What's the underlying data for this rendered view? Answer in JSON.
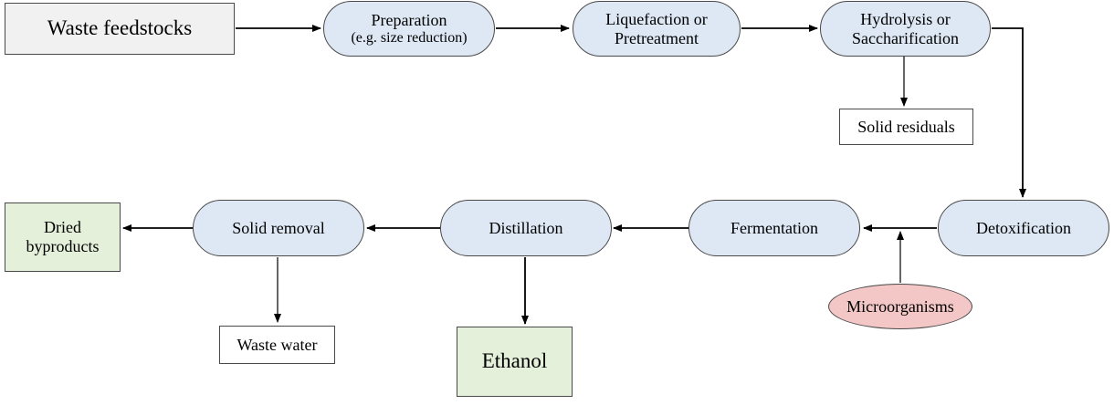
{
  "nodes": {
    "waste_feedstocks": "Waste feedstocks",
    "preparation": {
      "line1": "Preparation",
      "line2": "(e.g. size reduction)"
    },
    "liquefaction": {
      "line1": "Liquefaction or",
      "line2": "Pretreatment"
    },
    "hydrolysis": {
      "line1": "Hydrolysis or",
      "line2": "Saccharification"
    },
    "solid_residuals": "Solid residuals",
    "detoxification": "Detoxification",
    "fermentation": "Fermentation",
    "microorganisms": "Microorganisms",
    "distillation": "Distillation",
    "ethanol": "Ethanol",
    "solid_removal": "Solid removal",
    "waste_water": "Waste water",
    "dried_byproducts": {
      "line1": "Dried",
      "line2": "byproducts"
    }
  },
  "colors": {
    "process_fill": "#dde8f4",
    "input_fill": "#f1f1f1",
    "output_fill": "#e4f0da",
    "organism_fill": "#f4c7c7",
    "stroke": "#4a4a4a",
    "arrow": "#000000"
  }
}
